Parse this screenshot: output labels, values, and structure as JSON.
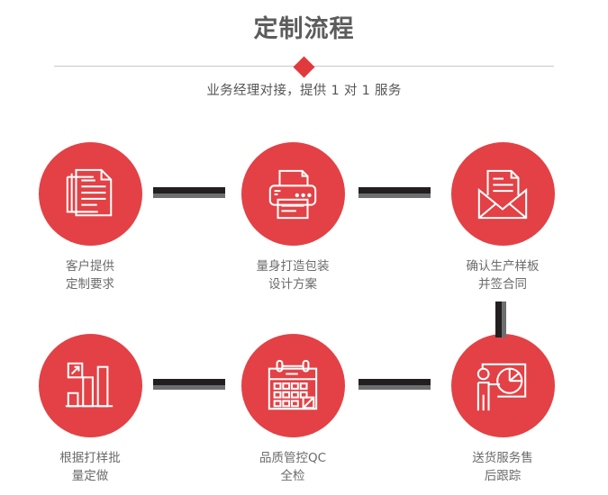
{
  "header": {
    "title": "定制流程",
    "subtitle": "业务经理对接，提供 1 对 1 服务"
  },
  "theme": {
    "accent_red": "#e34145",
    "diamond_red": "#e03a3c",
    "title_gray": "#5c5c5c",
    "label_gray": "#6b6b6b",
    "connector_dark": "#231f20",
    "connector_shadow": "#6d6e70",
    "divider_gray": "#c8c8c8",
    "background": "#ffffff"
  },
  "steps": [
    {
      "index": "1",
      "icon": "documents-stack-icon",
      "label": "客户提供\n定制要求"
    },
    {
      "index": "2",
      "icon": "printer-icon",
      "label": "量身打造包装\n设计方案"
    },
    {
      "index": "3",
      "icon": "envelope-letter-icon",
      "label": "确认生产样板\n并签合同"
    },
    {
      "index": "4",
      "icon": "bar-chart-growth-icon",
      "label": "根据打样批\n量定做"
    },
    {
      "index": "5",
      "icon": "calendar-check-icon",
      "label": "品质管控QC\n全检"
    },
    {
      "index": "6",
      "icon": "presenter-chart-icon",
      "label": "送货服务售\n后跟踪"
    }
  ],
  "connectors": [
    {
      "name": "connector-1-to-2",
      "orientation": "horizontal"
    },
    {
      "name": "connector-2-to-3",
      "orientation": "horizontal"
    },
    {
      "name": "connector-3-to-4",
      "orientation": "vertical"
    },
    {
      "name": "connector-4-to-5",
      "orientation": "horizontal"
    },
    {
      "name": "connector-5-to-6",
      "orientation": "horizontal"
    }
  ]
}
